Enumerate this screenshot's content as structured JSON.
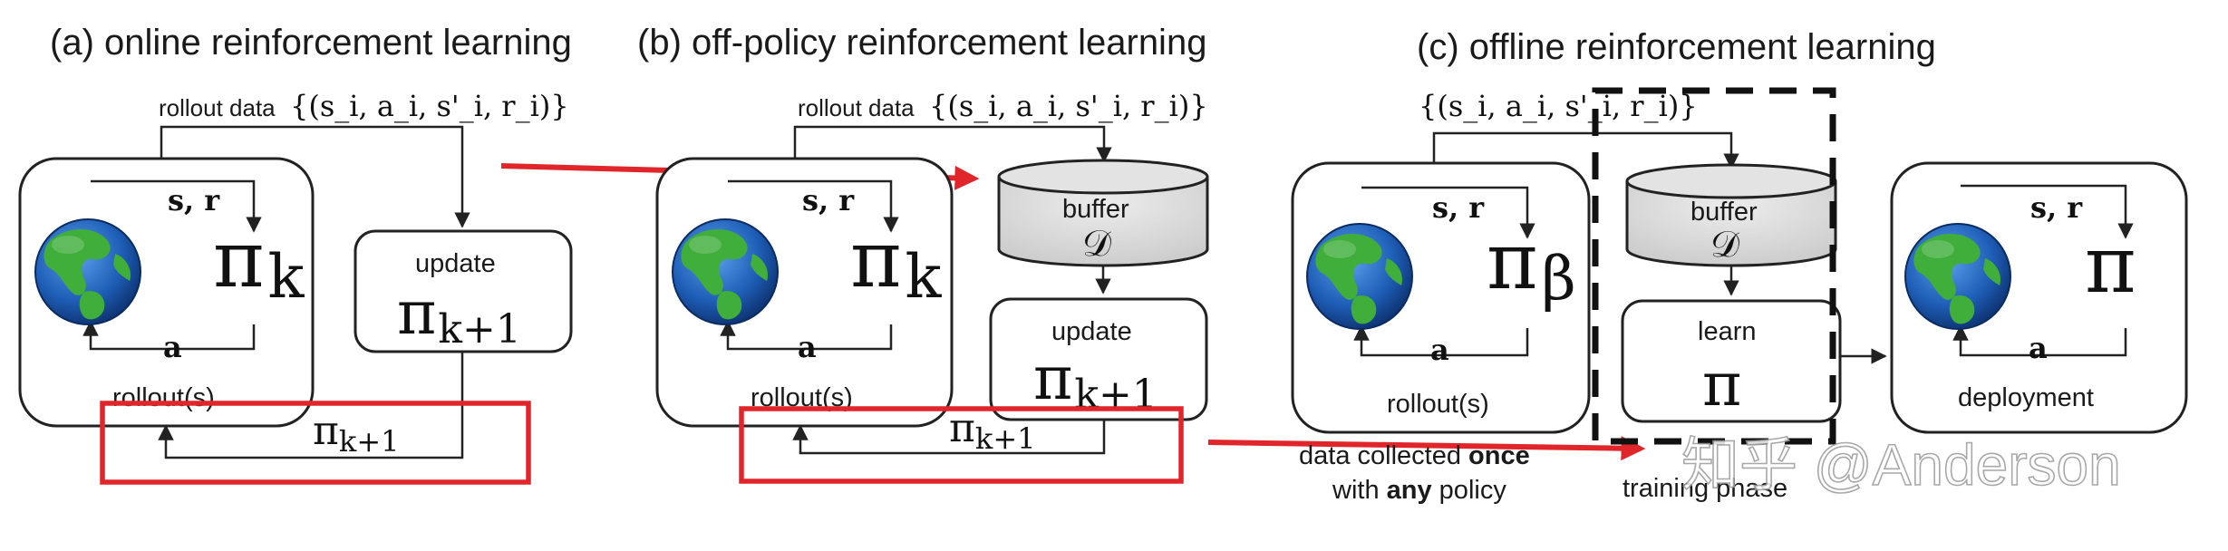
{
  "panels": {
    "a": {
      "title": "(a) online reinforcement learning",
      "rollout_label": "rollout data",
      "rollout_set": "{(s_i, a_i, s'_i, r_i)}",
      "sr": "s, r",
      "a": "a",
      "pi": "π",
      "pi_sub": "k",
      "rollouts": "rollout(s)",
      "update_label": "update",
      "update_pi": "π",
      "update_sub": "k+1",
      "return_pi": "π",
      "return_sub": "k+1"
    },
    "b": {
      "title": "(b) off-policy reinforcement learning",
      "rollout_label": "rollout data",
      "rollout_set": "{(s_i, a_i, s'_i, r_i)}",
      "sr": "s, r",
      "a": "a",
      "pi": "π",
      "pi_sub": "k",
      "rollouts": "rollout(s)",
      "buffer_label": "buffer",
      "buffer_symbol": "𝒟",
      "update_label": "update",
      "update_pi": "π",
      "update_sub": "k+1",
      "return_pi": "π",
      "return_sub": "k+1"
    },
    "c": {
      "title": "(c) offline reinforcement learning",
      "rollout_set": "{(s_i, a_i, s'_i, r_i)}",
      "sr": "s, r",
      "a": "a",
      "pi": "π",
      "pi_sub": "β",
      "rollouts": "rollout(s)",
      "buffer_label": "buffer",
      "buffer_symbol": "𝒟",
      "learn_label": "learn",
      "learn_pi": "π",
      "deploy_sr": "s, r",
      "deploy_a": "a",
      "deploy_pi": "π",
      "deployment": "deployment",
      "caption_line1_pre": "data collected ",
      "caption_line1_bold": "once",
      "caption_line2_pre": "with ",
      "caption_line2_bold": "any",
      "caption_line2_post": " policy",
      "training_phase": "training phase"
    }
  },
  "watermark": "知乎 @Anderson",
  "colors": {
    "annotation_red": "#e0262b",
    "buffer_fill": "#d9d9d9",
    "ocean": "#1f5fb8",
    "land": "#3fae3a"
  }
}
